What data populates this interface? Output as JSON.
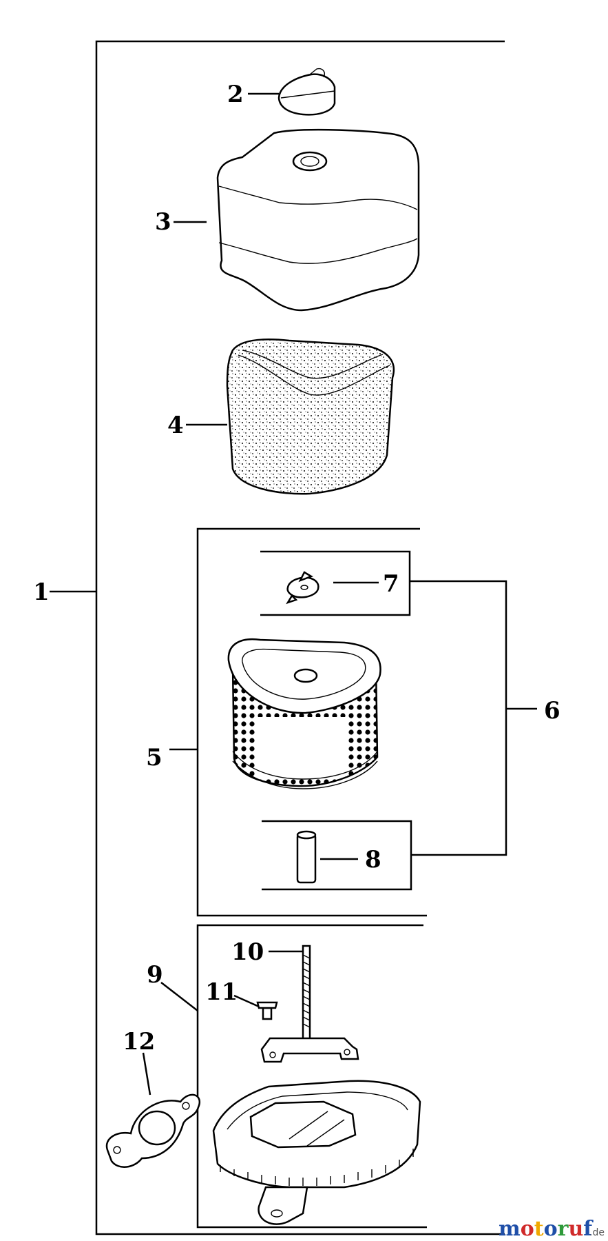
{
  "callouts": {
    "c1": "1",
    "c2": "2",
    "c3": "3",
    "c4": "4",
    "c5": "5",
    "c6": "6",
    "c7": "7",
    "c8": "8",
    "c9": "9",
    "c10": "10",
    "c11": "11",
    "c12": "12"
  },
  "watermark": {
    "letters": [
      "m",
      "o",
      "t",
      "o",
      "r",
      "u",
      "f"
    ],
    "letter_colors": [
      "#1f4fa8",
      "#d02a2a",
      "#f0a800",
      "#1f4fa8",
      "#2e9a3a",
      "#d02a2a",
      "#1f4fa8"
    ],
    "suffix": ".de"
  }
}
